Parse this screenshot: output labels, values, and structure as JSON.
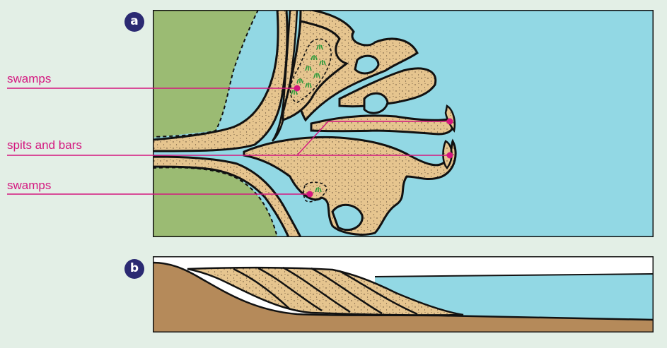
{
  "labels": {
    "swamps_upper": "swamps",
    "spits_and_bars": "spits and bars",
    "swamps_lower": "swamps"
  },
  "panels": {
    "a": "a",
    "b": "b"
  },
  "colors": {
    "land": "#9bbb73",
    "sediment": "#e6c58f",
    "water": "#92d8e4",
    "bedrock": "#b58a5a",
    "label": "#d4177f",
    "badge": "#2b2a72",
    "vegetation": "#2a9a3a"
  },
  "icons": {
    "vegetation": "grass-tuft-icon"
  }
}
